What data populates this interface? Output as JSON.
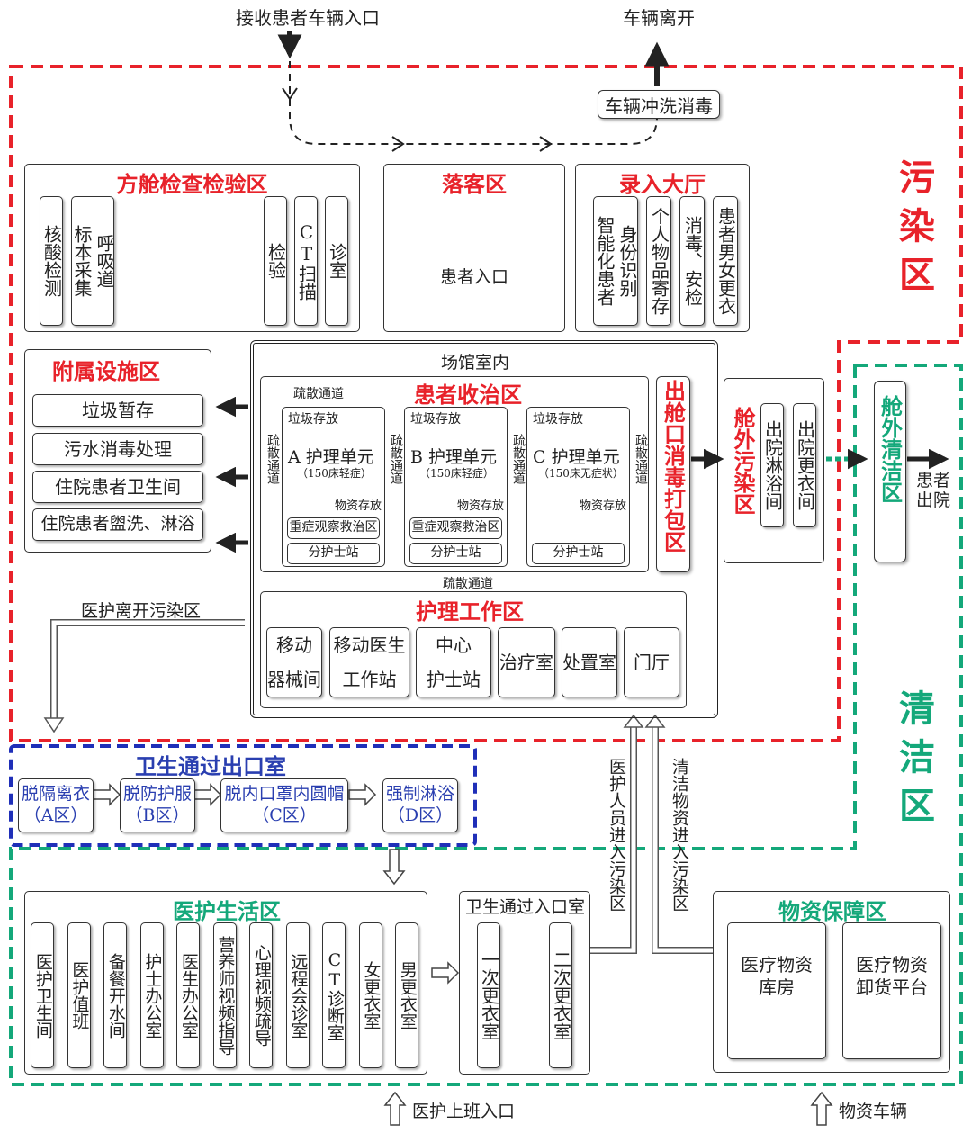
{
  "top": {
    "entry_label": "接收患者车辆入口",
    "exit_label": "车辆离开",
    "wash_label": "车辆冲洗消毒"
  },
  "zones": {
    "polluted": "污染区",
    "clean": "清洁区"
  },
  "exam": {
    "title": "方舱检查检验区",
    "items": [
      "核酸检测",
      "标本采集",
      "呼吸道",
      "检验",
      "CT扫描",
      "诊室"
    ]
  },
  "drop": {
    "title": "落客区",
    "entry": "患者入口"
  },
  "hall": {
    "title": "录入大厅",
    "items": [
      "智能化患者",
      "身份识别",
      "个人物品寄存",
      "消毒、安检",
      "患者男女更衣"
    ]
  },
  "aux": {
    "title": "附属设施区",
    "items": [
      "垃圾暂存",
      "污水消毒处理",
      "住院患者卫生间",
      "住院患者盥洗、淋浴"
    ]
  },
  "venue": {
    "label": "场馆室内",
    "ward_title": "患者收治区",
    "corridor": "疏散通道",
    "corridor_v": "疏散通道",
    "units": [
      {
        "storage": "垃圾存放",
        "name": "A 护理单元",
        "sub": "（150床轻症）",
        "goods": "物资存放",
        "obs": "重症观察救治区",
        "station": "分护士站"
      },
      {
        "storage": "垃圾存放",
        "name": "B 护理单元",
        "sub": "（150床轻症）",
        "goods": "物资存放",
        "obs": "重症观察救治区",
        "station": "分护士站"
      },
      {
        "storage": "垃圾存放",
        "name": "C 护理单元",
        "sub": "（150床无症状）",
        "goods": "物资存放",
        "station": "分护士站"
      }
    ],
    "work_title": "护理工作区",
    "work_items": [
      {
        "l1": "移动",
        "l2": "器械间"
      },
      {
        "l1": "移动医生",
        "l2": "工作站"
      },
      {
        "l1": "中心",
        "l2": "护士站"
      },
      {
        "l1": "治疗室",
        "l2": ""
      },
      {
        "l1": "处置室",
        "l2": ""
      },
      {
        "l1": "门厅",
        "l2": ""
      }
    ]
  },
  "exit_pack": "出舱口消毒打包区",
  "outer_polluted": {
    "title": "舱外污染区",
    "items": [
      "出院淋浴间",
      "出院更衣间"
    ]
  },
  "outer_clean": {
    "title": "舱外清洁区",
    "discharge": "患者出院"
  },
  "staff_leave": "医护离开污染区",
  "hygiene_exit": {
    "title": "卫生通过出口室",
    "steps": [
      {
        "name": "脱隔离衣",
        "zone": "（A区）"
      },
      {
        "name": "脱防护服",
        "zone": "（B区）"
      },
      {
        "name": "脱内口罩内圆帽",
        "zone": "（C区）"
      },
      {
        "name": "强制淋浴",
        "zone": "（D区）"
      }
    ]
  },
  "staff_in": "医护人员进入污染区",
  "goods_in": "清洁物资进入污染区",
  "life": {
    "title": "医护生活区",
    "items": [
      "医护卫生间",
      "医护值班",
      "备餐开水间",
      "护士办公室",
      "医生办公室",
      "营养师视频指导",
      "心理视频疏导",
      "远程会诊室",
      "CT诊断室",
      "女更衣室",
      "男更衣室"
    ]
  },
  "hygiene_entry": {
    "title": "卫生通过入口室",
    "items": [
      "一次更衣室",
      "二次更衣室"
    ]
  },
  "supply": {
    "title": "物资保障区",
    "items": [
      {
        "l1": "医疗物资",
        "l2": "库房"
      },
      {
        "l1": "医疗物资",
        "l2": "卸货平台"
      }
    ]
  },
  "bottom": {
    "staff_entry": "医护上班入口",
    "goods_vehicle": "物资车辆"
  },
  "colors": {
    "polluted": "#e8222a",
    "clean": "#14a87a",
    "hygiene": "#1f2fb8"
  }
}
